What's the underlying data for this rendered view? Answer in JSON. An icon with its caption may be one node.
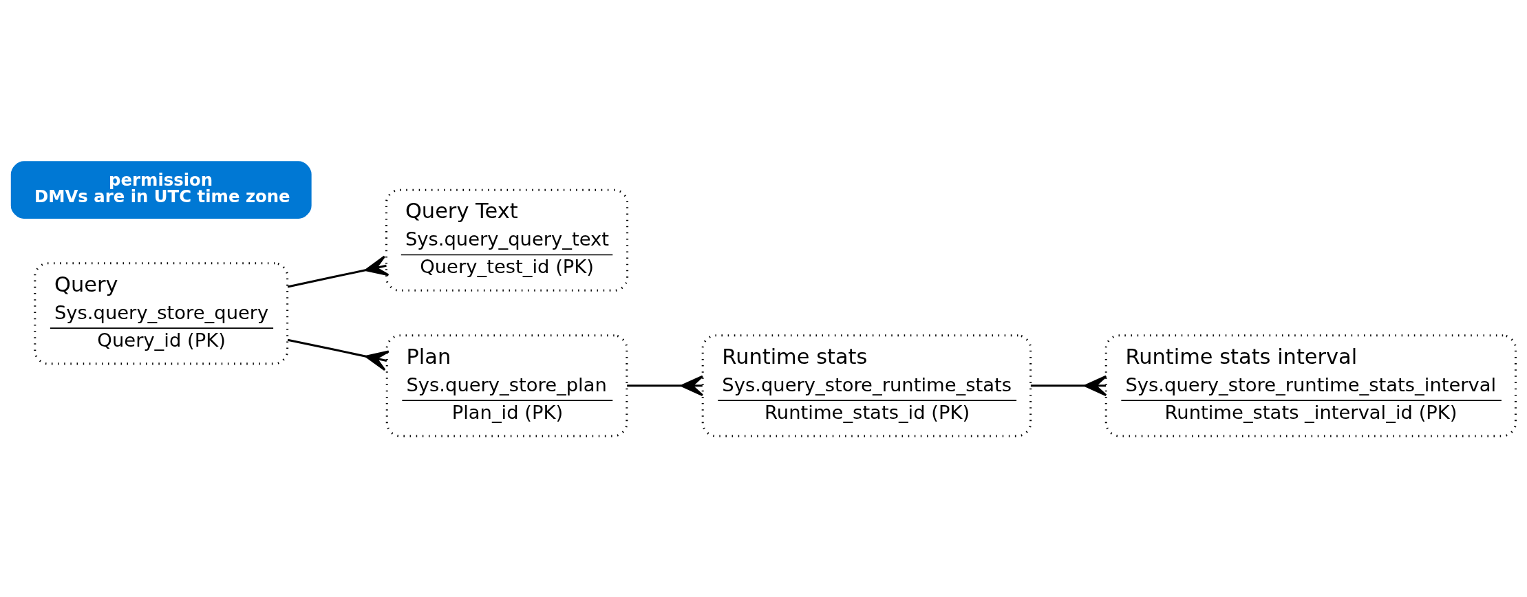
{
  "diagram": {
    "nodes": [
      {
        "text": [
          "Query",
          "Sys.query_store_query",
          "Query_id (PK)"
        ]
      },
      {
        "text": [
          "Query Text",
          "Sys.query_query_text",
          "Query_test_id (PK)"
        ]
      },
      {
        "text": [
          "Plan",
          "Sys.query_store_plan",
          "Plan_id (PK)"
        ]
      },
      {
        "text": [
          "Runtime stats",
          "Sys.query_store_runtime_stats",
          "Runtime_stats_id (PK)"
        ]
      },
      {
        "text": [
          "Runtime stats interval",
          "Sys.query_store_runtime_stats_interval",
          "Runtime_stats _interval_id (PK)"
        ]
      },
      {
        "text": [
          "permission",
          "DMVs are in UTC time zone"
        ]
      }
    ],
    "edges": [
      {
        "from": 0,
        "to": 1,
        "arrow": "other"
      },
      {
        "from": 0,
        "to": 2,
        "arrow": "other"
      },
      {
        "from": 2,
        "to": 3,
        "arrow": "other"
      },
      {
        "from": 3,
        "to": 4,
        "arrow": "other"
      }
    ]
  }
}
